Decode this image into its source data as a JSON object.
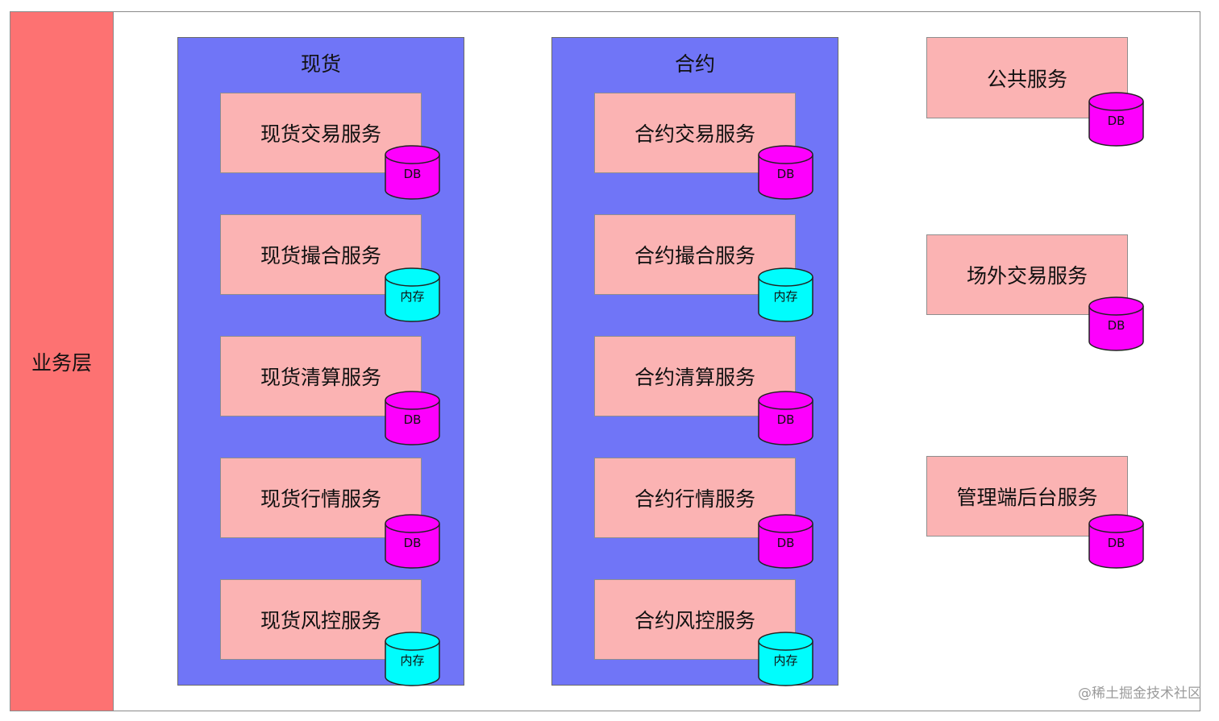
{
  "layer_label": "业务层",
  "groups": [
    {
      "title": "现货",
      "services": [
        {
          "name": "现货交易服务",
          "store": "DB"
        },
        {
          "name": "现货撮合服务",
          "store": "内存"
        },
        {
          "name": "现货清算服务",
          "store": "DB"
        },
        {
          "name": "现货行情服务",
          "store": "DB"
        },
        {
          "name": "现货风控服务",
          "store": "内存"
        }
      ]
    },
    {
      "title": "合约",
      "services": [
        {
          "name": "合约交易服务",
          "store": "DB"
        },
        {
          "name": "合约撮合服务",
          "store": "内存"
        },
        {
          "name": "合约清算服务",
          "store": "DB"
        },
        {
          "name": "合约行情服务",
          "store": "DB"
        },
        {
          "name": "合约风控服务",
          "store": "内存"
        }
      ]
    }
  ],
  "standalone": [
    {
      "name": "公共服务",
      "store": "DB"
    },
    {
      "name": "场外交易服务",
      "store": "DB"
    },
    {
      "name": "管理端后台服务",
      "store": "DB"
    }
  ],
  "colors": {
    "db_fill": "#fd00fd",
    "memory_fill": "#00fdfd",
    "service_fill": "#fbb3b3",
    "group_fill": "#7075f7",
    "layer_fill": "#fd7272"
  },
  "watermark": "@稀土掘金技术社区"
}
